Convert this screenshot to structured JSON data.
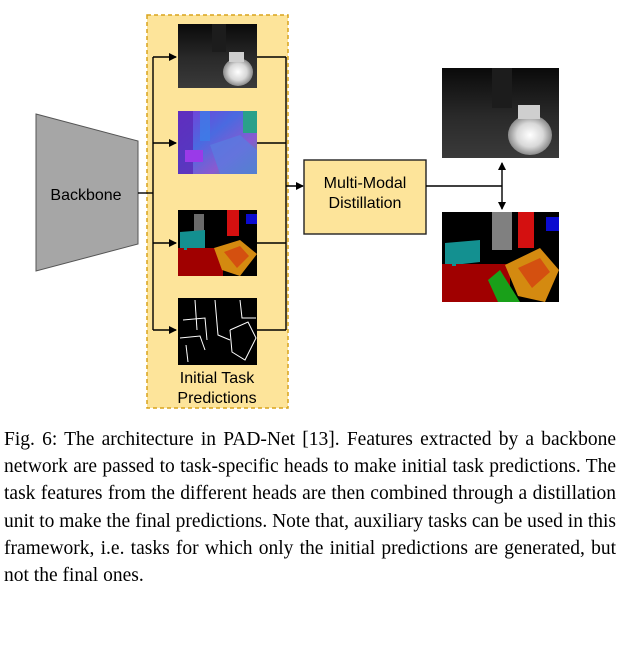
{
  "diagram": {
    "backbone_label": "Backbone",
    "task_box_label_line1": "Initial Task",
    "task_box_label_line2": "Predictions",
    "distill_label_line1": "Multi-Modal",
    "distill_label_line2": "Distillation",
    "colors": {
      "backbone_fill": "#a6a6a6",
      "task_box_fill": "#fde49a",
      "task_box_border": "#d9a31c",
      "distill_fill": "#fde49a",
      "distill_border": "#222222",
      "seg_blue": "#0b0bd0",
      "seg_red": "#d41010",
      "seg_teal": "#139090",
      "seg_maroon": "#a00000",
      "seg_orange": "#d48a10",
      "seg_green": "#19a019",
      "seg_gray": "#808080"
    }
  },
  "caption": "Fig. 6: The architecture in PAD-Net [13]. Features extracted by a backbone network are passed to task-specific heads to make initial task predictions. The task features from the different heads are then combined through a distillation unit to make the final predictions. Note that, auxiliary tasks can be used in this framework, i.e. tasks for which only the initial predictions are generated, but not the final ones."
}
